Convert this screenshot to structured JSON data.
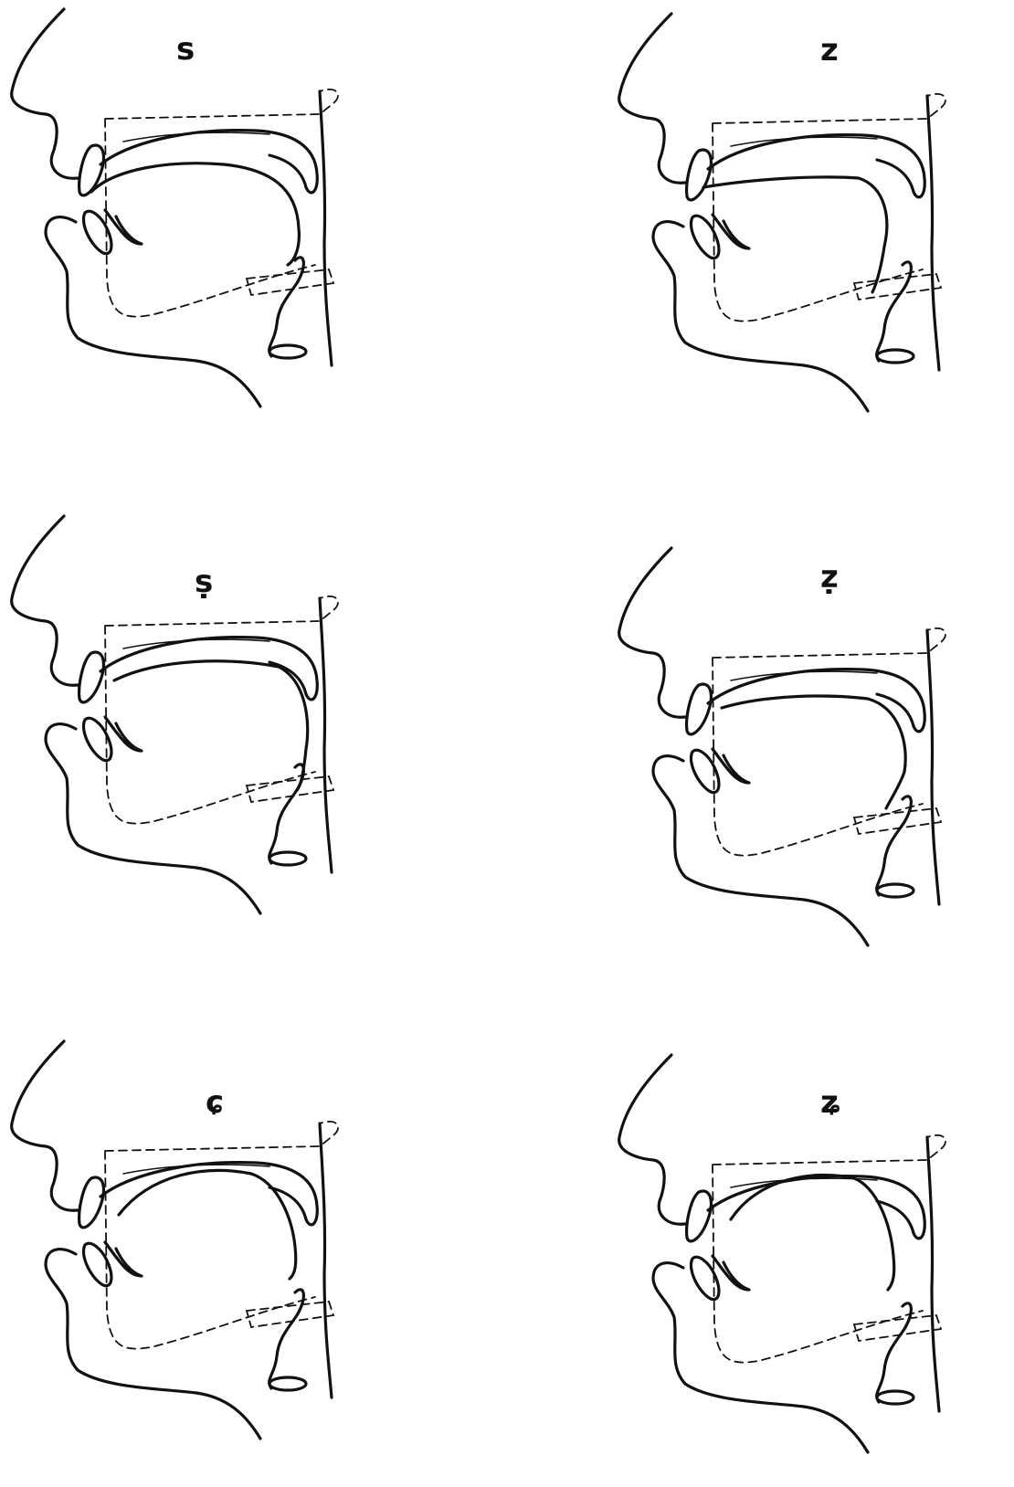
{
  "panels": [
    {
      "label": "s"
    },
    {
      "label": "z"
    },
    {
      "label": "ṣ"
    },
    {
      "label": "ẓ"
    },
    {
      "label": "ɕ"
    },
    {
      "label": "ʑ"
    }
  ]
}
